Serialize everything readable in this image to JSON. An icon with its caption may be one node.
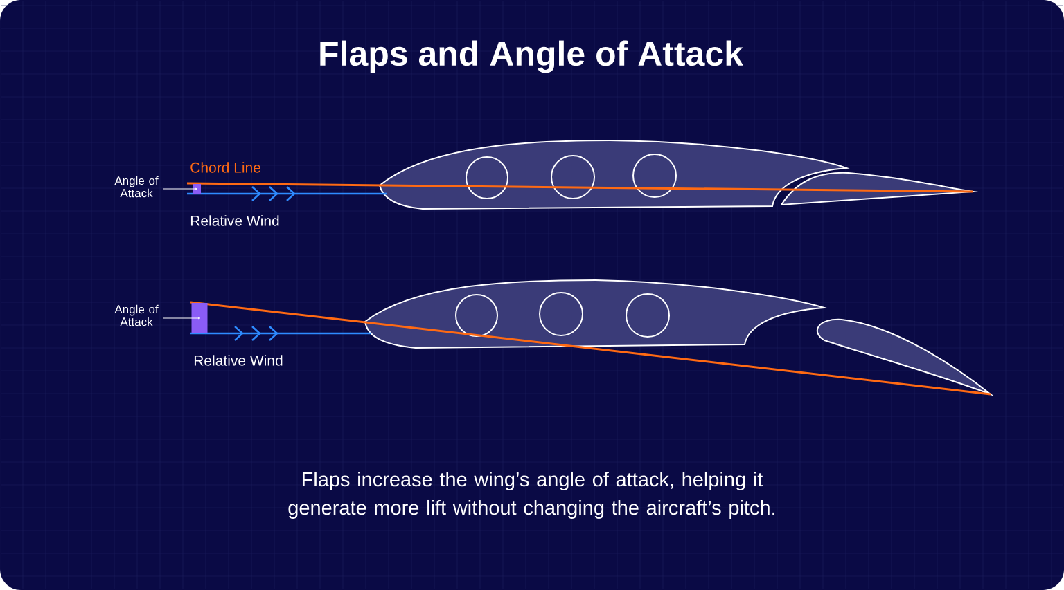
{
  "diagram": {
    "title": "Flaps and Angle of Attack",
    "caption": "Flaps increase the wing’s angle of attack, helping it generate more lift without changing the aircraft’s pitch.",
    "nodes": [
      {
        "text": [
          "Angle of Attack"
        ]
      },
      {
        "text": [],
        "shape": "box"
      },
      {
        "text": [
          "Angle of Attack"
        ]
      },
      {
        "text": [],
        "shape": "box"
      }
    ],
    "edges": [
      {
        "from": 0,
        "to": 1,
        "arrow": "to"
      },
      {
        "from": 2,
        "to": 3,
        "arrow": "to"
      }
    ],
    "labels": [
      "Chord Line",
      "Relative Wind",
      "Relative Wind"
    ]
  }
}
